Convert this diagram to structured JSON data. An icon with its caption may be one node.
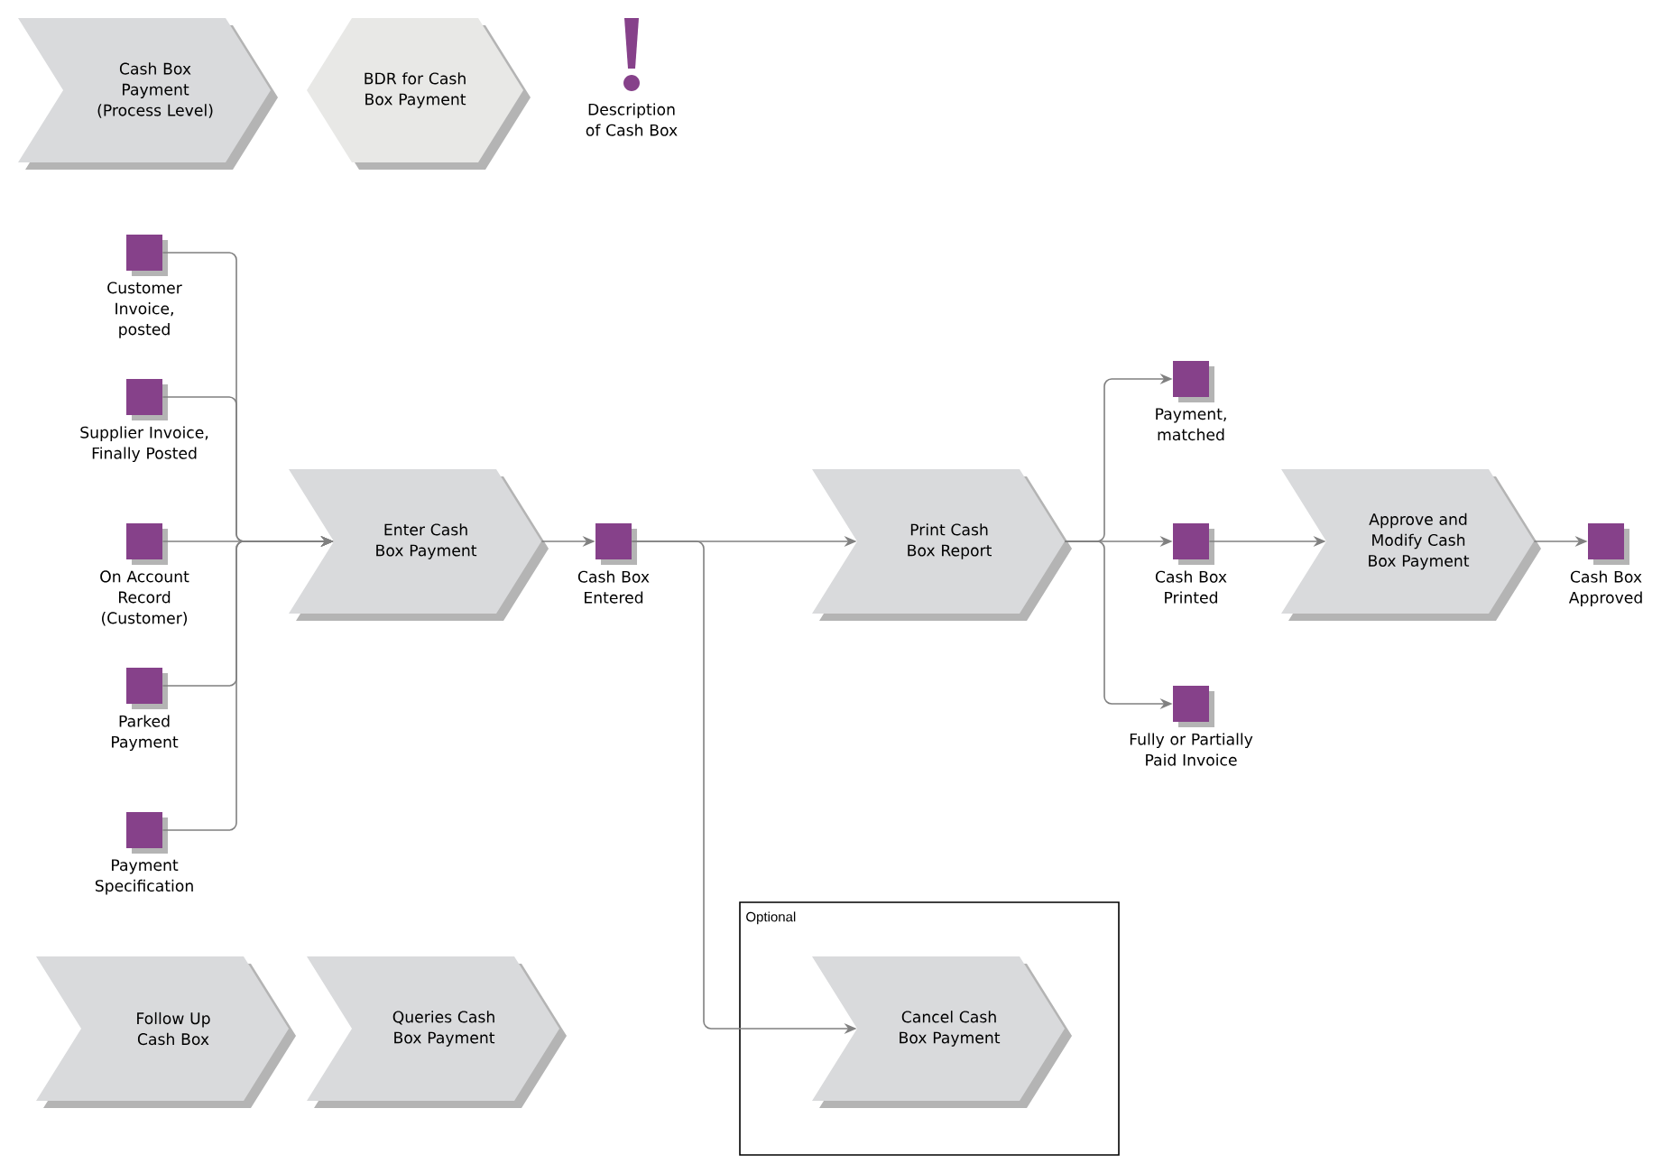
{
  "diagram": {
    "nodes": [
      {
        "text": [
          "Cash Box Payment (Process Level)"
        ]
      },
      {
        "text": [
          "BDR for Cash Box Payment"
        ]
      },
      {
        "text": [
          "Description of Cash Box"
        ]
      },
      {
        "text": [
          "Customer Invoice, posted"
        ]
      },
      {
        "text": [
          "Supplier Invoice, Finally Posted"
        ]
      },
      {
        "text": [
          "On Account Record (Customer)"
        ]
      },
      {
        "text": [
          "Parked Payment"
        ]
      },
      {
        "text": [
          "Payment Specification"
        ]
      },
      {
        "text": [
          "Enter Cash Box Payment"
        ]
      },
      {
        "text": [
          "Cash Box Entered"
        ]
      },
      {
        "text": [
          "Print Cash Box Report"
        ]
      },
      {
        "text": [
          "Payment, matched"
        ]
      },
      {
        "text": [
          "Cash Box Printed"
        ]
      },
      {
        "text": [
          "Fully or Partially Paid Invoice"
        ]
      },
      {
        "text": [
          "Approve and Modify Cash Box Payment"
        ]
      },
      {
        "text": [
          "Cash Box Approved"
        ]
      },
      {
        "text": [
          "Follow Up Cash Box"
        ]
      },
      {
        "text": [
          "Queries Cash Box Payment"
        ]
      },
      {
        "text": [
          "Optional"
        ]
      },
      {
        "text": [
          "Cancel Cash Box Payment"
        ],
        "in": 18
      }
    ],
    "edges": [
      {
        "from": 3,
        "to": 8,
        "arrow": "to"
      },
      {
        "from": 4,
        "to": 8,
        "arrow": "to"
      },
      {
        "from": 5,
        "to": 8,
        "arrow": "to"
      },
      {
        "from": 6,
        "to": 8,
        "arrow": "to"
      },
      {
        "from": 7,
        "to": 8,
        "arrow": "to"
      },
      {
        "from": 8,
        "to": 9,
        "arrow": "to"
      },
      {
        "from": 9,
        "to": 10,
        "arrow": "to"
      },
      {
        "from": 9,
        "to": 19,
        "arrow": "to"
      },
      {
        "from": 10,
        "to": 11,
        "arrow": "to"
      },
      {
        "from": 10,
        "to": 12,
        "arrow": "to"
      },
      {
        "from": 10,
        "to": 13,
        "arrow": "to"
      },
      {
        "from": 12,
        "to": 14,
        "arrow": "to"
      },
      {
        "from": 14,
        "to": 15,
        "arrow": "to"
      }
    ]
  }
}
